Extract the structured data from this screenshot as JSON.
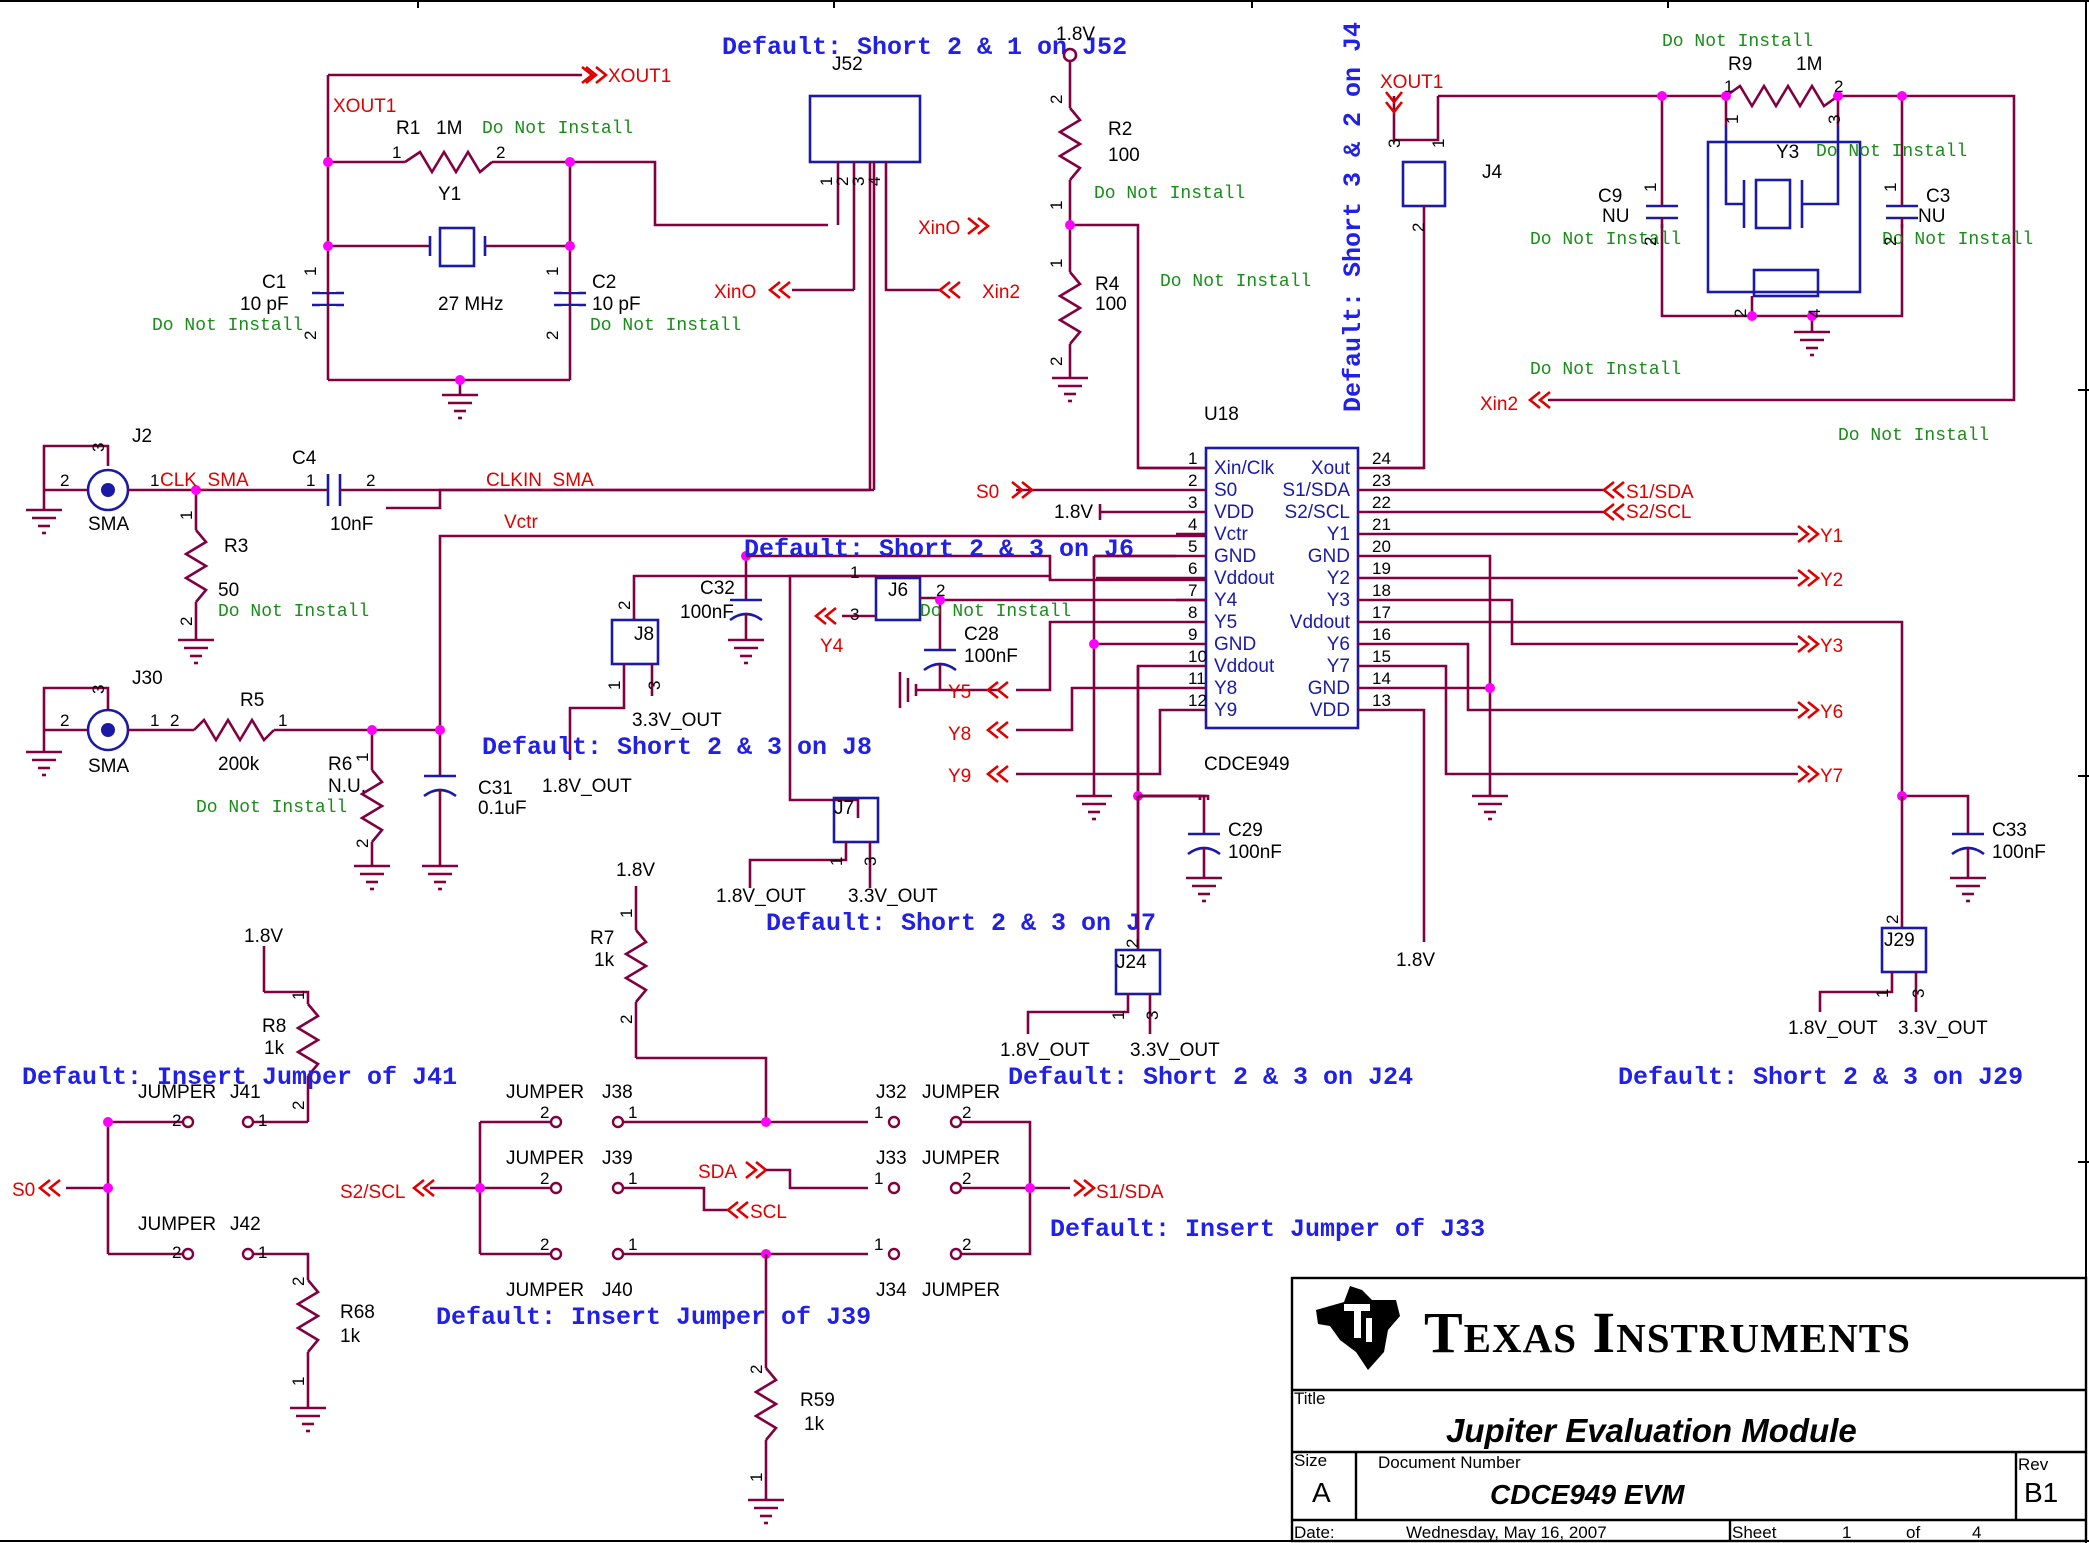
{
  "nets": {
    "xout1": "XOUT1",
    "xin0": "XinO",
    "xin2": "Xin2",
    "clk_sma": "CLK_SMA",
    "clkin_sma": "CLKIN_SMA",
    "vctr": "Vctr",
    "s0": "S0",
    "s1_sda": "S1/SDA",
    "s2_scl": "S2/SCL",
    "sda": "SDA",
    "scl": "SCL",
    "y1": "Y1",
    "y2": "Y2",
    "y3": "Y3",
    "y4": "Y4",
    "y5": "Y5",
    "y6": "Y6",
    "y7": "Y7",
    "y8": "Y8",
    "y9": "Y9",
    "v18": "1.8V",
    "v18_out": "1.8V_OUT",
    "v33_out": "3.3V_OUT"
  },
  "parts": {
    "r1": {
      "ref": "R1",
      "value": "1M"
    },
    "y1": {
      "ref": "Y1",
      "value": "27 MHz"
    },
    "c1": {
      "ref": "C1",
      "value": "10 pF"
    },
    "c2": {
      "ref": "C2",
      "value": "10 pF"
    },
    "j52": {
      "ref": "J52"
    },
    "r2": {
      "ref": "R2",
      "value": "100"
    },
    "r4": {
      "ref": "R4",
      "value": "100"
    },
    "j4": {
      "ref": "J4"
    },
    "r9": {
      "ref": "R9",
      "value": "1M"
    },
    "y3": {
      "ref": "Y3"
    },
    "c9": {
      "ref": "C9",
      "value": "NU"
    },
    "c3": {
      "ref": "C3",
      "value": "NU"
    },
    "j2": {
      "ref": "J2",
      "value": "SMA"
    },
    "c4": {
      "ref": "C4",
      "value": "10nF"
    },
    "r3": {
      "ref": "R3",
      "value": "50"
    },
    "j30": {
      "ref": "J30",
      "value": "SMA"
    },
    "r5": {
      "ref": "R5",
      "value": "200k"
    },
    "r6": {
      "ref": "R6",
      "value": "N.U."
    },
    "c31": {
      "ref": "C31",
      "value": "0.1uF"
    },
    "j8": {
      "ref": "J8"
    },
    "c32": {
      "ref": "C32",
      "value": "100nF"
    },
    "j6": {
      "ref": "J6"
    },
    "c28": {
      "ref": "C28",
      "value": "100nF"
    },
    "j7": {
      "ref": "J7"
    },
    "u18": {
      "ref": "U18",
      "value": "CDCE949"
    },
    "c29": {
      "ref": "C29",
      "value": "100nF"
    },
    "c33": {
      "ref": "C33",
      "value": "100nF"
    },
    "j24": {
      "ref": "J24"
    },
    "j29": {
      "ref": "J29"
    },
    "r7": {
      "ref": "R7",
      "value": "1k"
    },
    "r8": {
      "ref": "R8",
      "value": "1k"
    },
    "r68": {
      "ref": "R68",
      "value": "1k"
    },
    "r59": {
      "ref": "R59",
      "value": "1k"
    },
    "j41": {
      "ref": "J41",
      "type": "JUMPER"
    },
    "j42": {
      "ref": "J42",
      "type": "JUMPER"
    },
    "j38": {
      "ref": "J38",
      "type": "JUMPER"
    },
    "j39": {
      "ref": "J39",
      "type": "JUMPER"
    },
    "j40": {
      "ref": "J40",
      "type": "JUMPER"
    },
    "j32": {
      "ref": "J32",
      "type": "JUMPER"
    },
    "j33": {
      "ref": "J33",
      "type": "JUMPER"
    },
    "j34": {
      "ref": "J34",
      "type": "JUMPER"
    }
  },
  "u18_pins_left": [
    {
      "num": "1",
      "name": "Xin/Clk"
    },
    {
      "num": "2",
      "name": "S0"
    },
    {
      "num": "3",
      "name": "VDD"
    },
    {
      "num": "4",
      "name": "Vctr"
    },
    {
      "num": "5",
      "name": "GND"
    },
    {
      "num": "6",
      "name": "Vddout"
    },
    {
      "num": "7",
      "name": "Y4"
    },
    {
      "num": "8",
      "name": "Y5"
    },
    {
      "num": "9",
      "name": "GND"
    },
    {
      "num": "10",
      "name": "Vddout"
    },
    {
      "num": "11",
      "name": "Y8"
    },
    {
      "num": "12",
      "name": "Y9"
    }
  ],
  "u18_pins_right": [
    {
      "num": "24",
      "name": "Xout"
    },
    {
      "num": "23",
      "name": "S1/SDA"
    },
    {
      "num": "22",
      "name": "S2/SCL"
    },
    {
      "num": "21",
      "name": "Y1"
    },
    {
      "num": "20",
      "name": "GND"
    },
    {
      "num": "19",
      "name": "Y2"
    },
    {
      "num": "18",
      "name": "Y3"
    },
    {
      "num": "17",
      "name": "Vddout"
    },
    {
      "num": "16",
      "name": "Y6"
    },
    {
      "num": "15",
      "name": "Y7"
    },
    {
      "num": "14",
      "name": "GND"
    },
    {
      "num": "13",
      "name": "VDD"
    }
  ],
  "notes": {
    "dni": "Do Not Install",
    "jumper": "JUMPER",
    "def_j52": "Default: Short 2 & 1 on J52",
    "def_j4": "Default: Short 3 & 2 on J4",
    "def_j6": "Default: Short 2 & 3 on J6",
    "def_j8": "Default: Short 2 & 3 on J8",
    "def_j7": "Default: Short 2 & 3 on J7",
    "def_j24": "Default: Short 2 & 3 on J24",
    "def_j29": "Default: Short 2 & 3 on J29",
    "def_j41": "Default: Insert Jumper of J41",
    "def_j33": "Default: Insert Jumper of J33",
    "def_j39": "Default: Insert Jumper of J39"
  },
  "title_block": {
    "company": "Texas Instruments",
    "title_label": "Title",
    "title": "Jupiter Evaluation Module",
    "size_label": "Size",
    "size": "A",
    "docnum_label": "Document Number",
    "docnum": "CDCE949 EVM",
    "rev_label": "Rev",
    "rev": "B1",
    "date_label": "Date:",
    "date": "Wednesday, May 16, 2007",
    "sheet_label": "Sheet",
    "sheet": "1",
    "of_label": "of",
    "total": "4"
  },
  "colors": {
    "wire": "#800040",
    "component": "#1a1aa6",
    "net_label": "#e00000",
    "note": "#1a8c1a",
    "default_note": "#2020e6",
    "junction": "#ff00ff"
  }
}
